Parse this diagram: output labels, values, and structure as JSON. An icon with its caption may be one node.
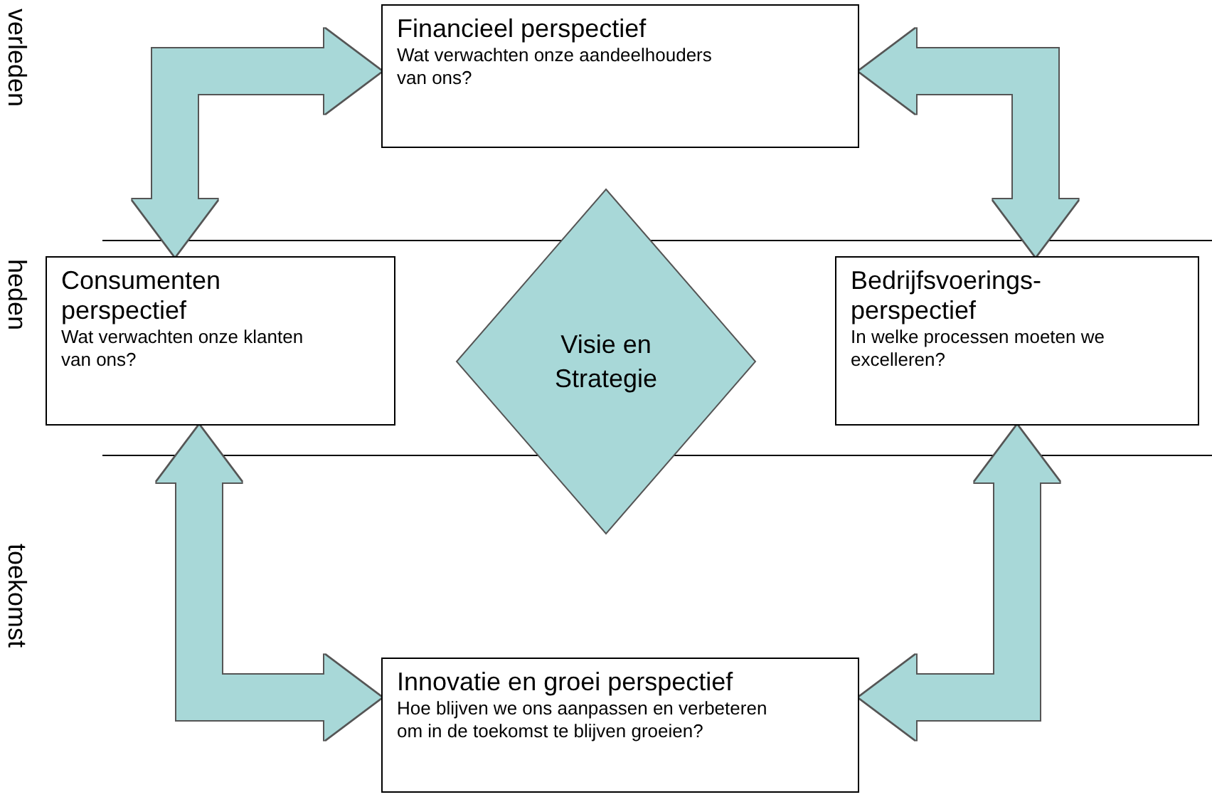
{
  "diagram": {
    "nodes": [
      {
        "text": [
          "Financieel perspectief",
          "Wat verwachten onze aandeelhouders van ons?"
        ]
      },
      {
        "text": [
          "Consumenten perspectief",
          "Wat verwachten onze klanten van ons?"
        ]
      },
      {
        "text": [
          "Visie en Strategie"
        ]
      },
      {
        "text": [
          "Bedrijfsvoerings-perspectief",
          "In welke processen moeten we excelleren?"
        ]
      },
      {
        "text": [
          "Innovatie en groei perspectief",
          "Hoe blijven we ons aanpassen en verbeteren om in de toekomst te blijven groeien?"
        ]
      }
    ],
    "edges": [
      {
        "from": 0,
        "to": 1,
        "arrow": "both"
      },
      {
        "from": 0,
        "to": 3,
        "arrow": "both"
      },
      {
        "from": 1,
        "to": 4,
        "arrow": "both"
      },
      {
        "from": 3,
        "to": 4,
        "arrow": "both"
      }
    ],
    "labels": [
      "verleden",
      "heden",
      "toekomst"
    ]
  }
}
